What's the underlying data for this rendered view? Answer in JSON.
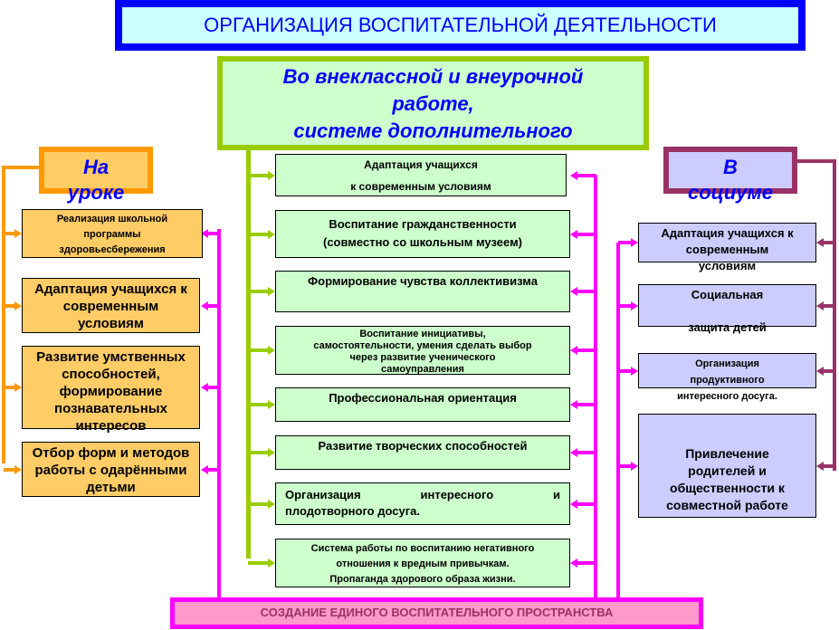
{
  "title": "ОРГАНИЗАЦИЯ ВОСПИТАТЕЛЬНОЙ ДЕЯТЕЛЬНОСТИ",
  "center": {
    "header_lines": [
      "Во внеклассной и внеурочной",
      "работе,",
      "системе дополнительного"
    ],
    "items": [
      [
        "Адаптация учащихся",
        "к современным условиям"
      ],
      [
        "Воспитание гражданственности",
        "(совместно со школьным музеем)"
      ],
      [
        "Формирование чувства коллективизма"
      ],
      [
        "Воспитание инициативы,",
        "самостоятельности, умения сделать выбор",
        "через развитие ученического",
        "самоуправления"
      ],
      [
        "Профессиональная ориентация"
      ],
      [
        "Развитие творческих способностей"
      ],
      [
        "Организация интересного и",
        "плодотворного досуга."
      ],
      [
        "Система работы по воспитанию негативного",
        "отношения к вредным привычкам.",
        "Пропаганда здорового образа жизни."
      ]
    ]
  },
  "left": {
    "header_lines": [
      "На",
      "уроке"
    ],
    "items": [
      [
        "Реализация школьной",
        "программы",
        "здоровьесбережения"
      ],
      [
        "Адаптация учащихся к",
        "современным",
        "условиям"
      ],
      [
        "Развитие умственных",
        "способностей,",
        "формирование",
        "познавательных",
        "интересов"
      ],
      [
        "Отбор форм и методов",
        "работы  с одарёнными",
        "детьми"
      ]
    ]
  },
  "right": {
    "header_lines": [
      "В",
      "социуме"
    ],
    "items": [
      [
        "Адаптация учащихся к",
        "современным",
        "условиям"
      ],
      [
        "Социальная",
        "",
        "защита детей"
      ],
      [
        "Организация",
        "продуктивного",
        "интересного досуга."
      ],
      [
        "Привлечение",
        "родителей и",
        "общественности к",
        "совместной работе"
      ]
    ]
  },
  "footer": "СОЗДАНИЕ ЕДИНОГО ВОСПИТАТЕЛЬНОГО ПРОСТРАНСТВА",
  "colors": {
    "blue": "#0000ff",
    "green": "#99cc00",
    "orange": "#ff9900",
    "purple": "#993366",
    "magenta": "#ff00ff"
  }
}
